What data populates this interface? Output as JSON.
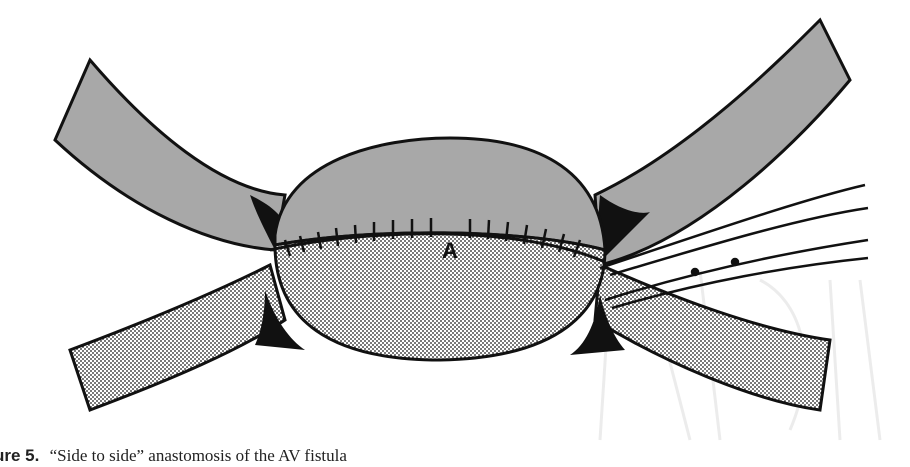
{
  "figure": {
    "label": "ure 5.",
    "caption": "“Side to side” anastomosis of the AV fistula",
    "anastomosis_marker": "A",
    "watermark": "INTECH"
  },
  "colors": {
    "vessel_gray": "#a8a8a8",
    "outline": "#111111",
    "dots": "#1a1a1a",
    "watermark": "#e9e9e9"
  }
}
